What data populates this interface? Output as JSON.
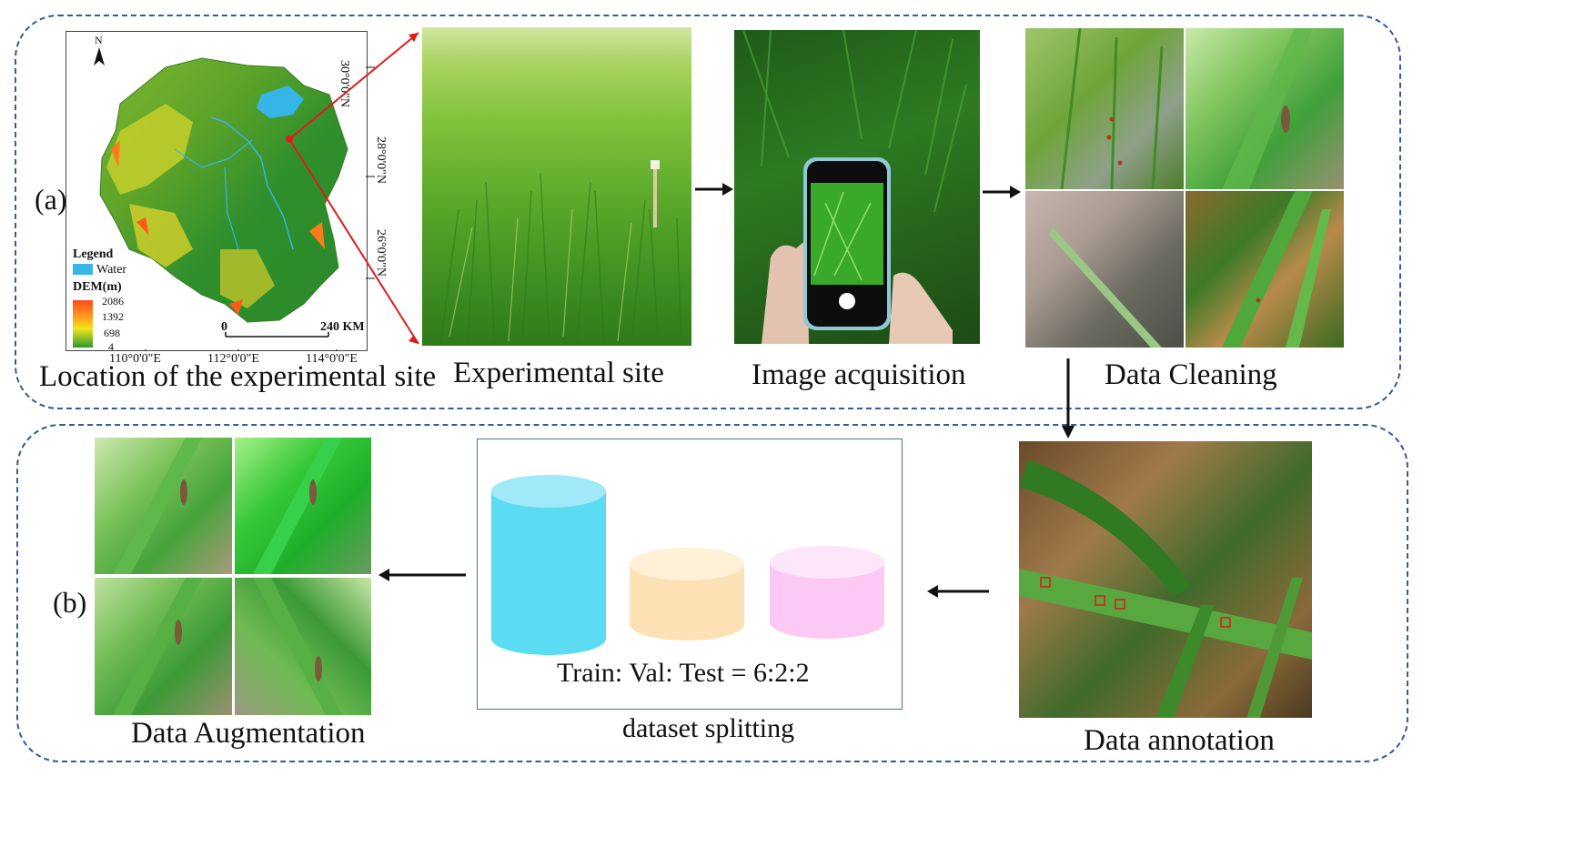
{
  "panels": {
    "a_label": "(a)",
    "b_label": "(b)"
  },
  "steps": {
    "location": "Location of the experimental site",
    "site": "Experimental site",
    "acquisition": "Image acquisition",
    "cleaning": "Data Cleaning",
    "annotation": "Data annotation",
    "splitting": "dataset splitting",
    "augmentation": "Data Augmentation"
  },
  "map": {
    "north": "N",
    "legend_title": "Legend",
    "water_label": "Water",
    "dem_title": "DEM(m)",
    "dem_ticks": [
      "2086",
      "1392",
      "698",
      "4"
    ],
    "scale_start": "0",
    "scale_end": "240 KM",
    "lon_labels": [
      "110°0'0\"E",
      "112°0'0\"E",
      "114°0'0\"E"
    ],
    "lat_labels": [
      "30°0'0\"N",
      "28°0'0\"N",
      "26°0'0\"N"
    ]
  },
  "split": {
    "ratio_text": "Train: Val: Test = 6:2:2"
  },
  "colors": {
    "panel_border": "#2f5d9a",
    "pointer": "#e01b1b",
    "train": "#5bdcf2",
    "val": "#fde0b4",
    "test": "#fbc9f3",
    "water": "#35b6e6"
  }
}
